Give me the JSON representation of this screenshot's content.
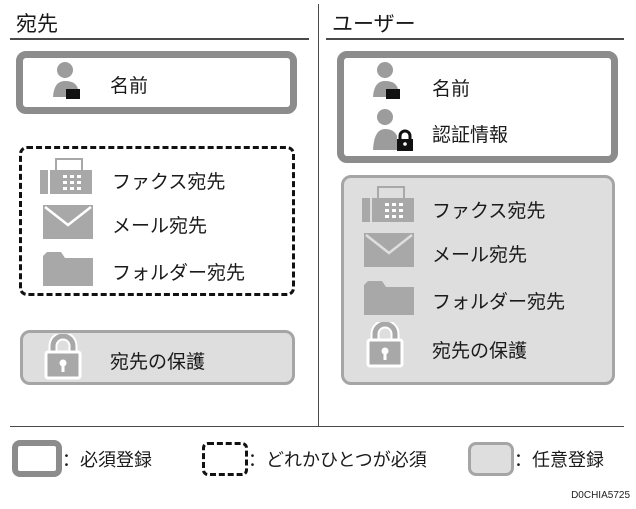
{
  "left": {
    "title": "宛先",
    "required": [
      "名前"
    ],
    "one_of": [
      "ファクス宛先",
      "メール宛先",
      "フォルダー宛先"
    ],
    "optional": [
      "宛先の保護"
    ]
  },
  "right": {
    "title": "ユーザー",
    "required": [
      "名前",
      "認証情報"
    ],
    "optional": [
      "ファクス宛先",
      "メール宛先",
      "フォルダー宛先",
      "宛先の保護"
    ]
  },
  "legend": {
    "required": "：必須登録",
    "one_of": "：どれかひとつが必須",
    "optional": "：任意登録"
  },
  "figure_code": "D0CHIA5725",
  "icons": {
    "person": "person-icon",
    "person_lock": "person-lock-icon",
    "fax": "fax-icon",
    "mail": "envelope-icon",
    "folder": "folder-icon",
    "lock": "lock-icon"
  }
}
